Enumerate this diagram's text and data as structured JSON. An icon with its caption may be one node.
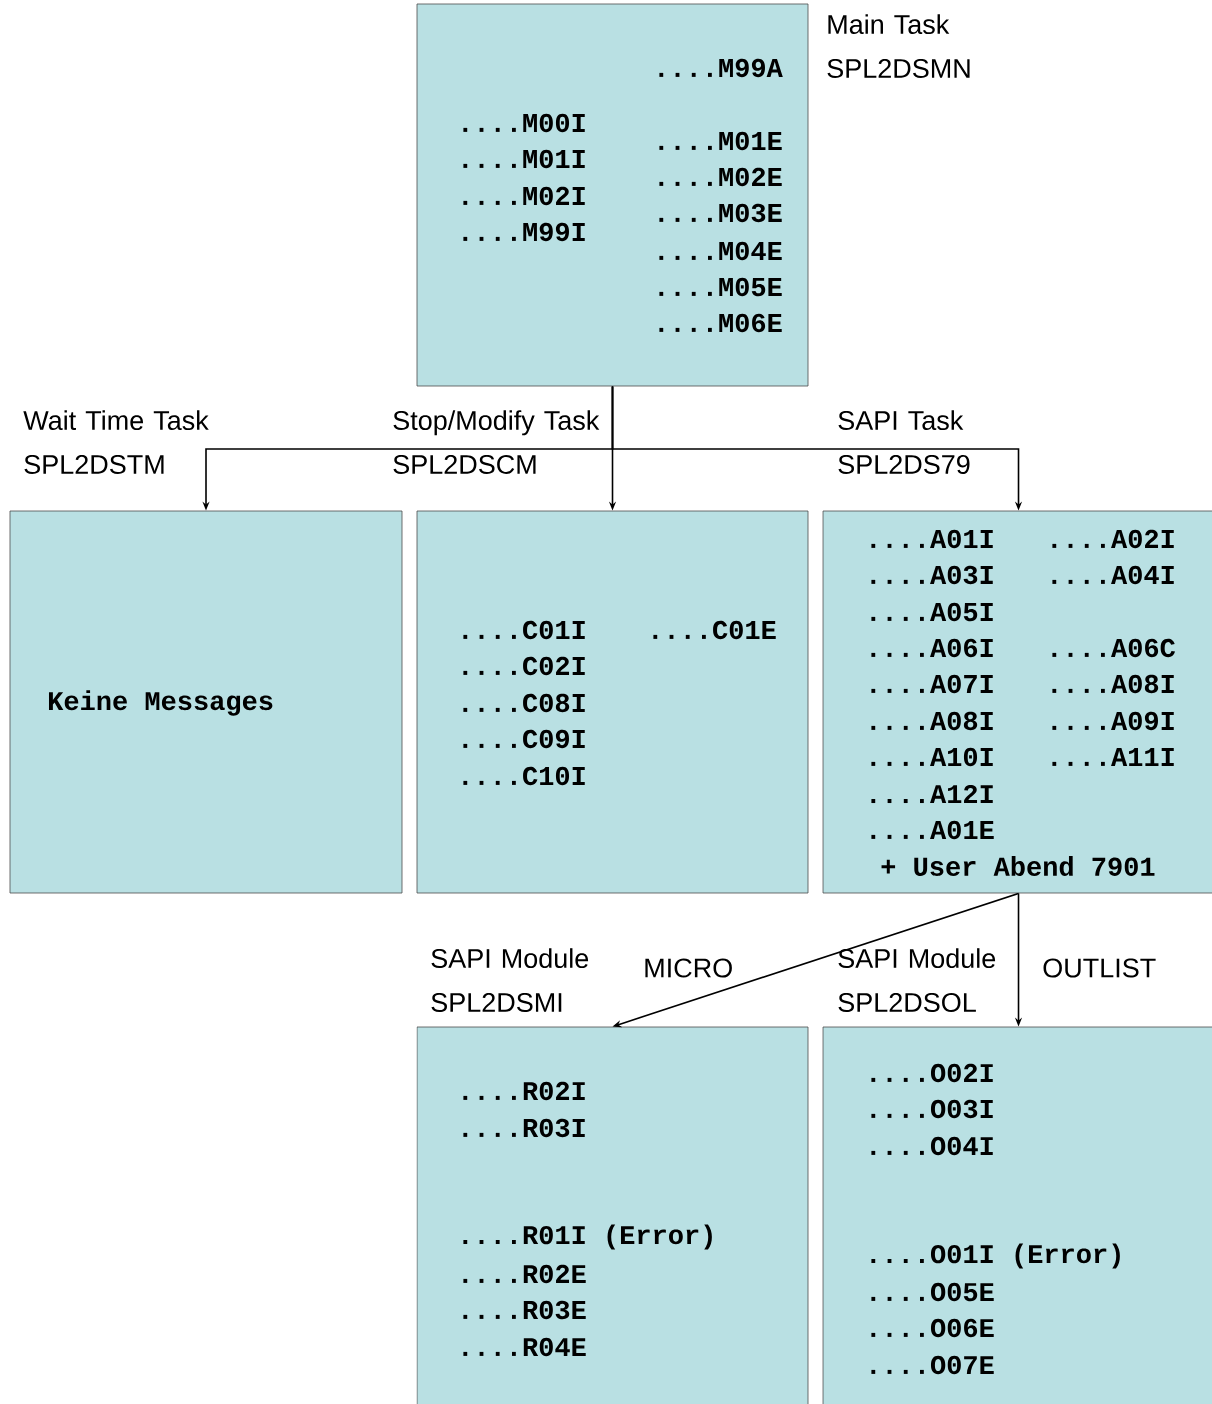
{
  "diagram": {
    "nodes": [
      {
        "text": [
          "Main Task SPL2DSMN",
          "....M99A",
          "....M00I",
          "....M01I",
          "....M02I",
          "....M99I",
          "....M01E",
          "....M02E",
          "....M03E",
          "....M04E",
          "....M05E",
          "....M06E"
        ]
      },
      {
        "text": [
          "Wait Time Task SPL2DSTM",
          "Keine Messages"
        ]
      },
      {
        "text": [
          "Stop/Modify Task SPL2DSCM",
          "....C01I",
          "....C02I",
          "....C08I",
          "....C09I",
          "....C10I",
          "....C01E"
        ]
      },
      {
        "text": [
          "SAPI Task SPL2DS79",
          "....A01I",
          "....A02I",
          "....A03I",
          "....A04I",
          "....A05I",
          "....A06I",
          "....A06C",
          "....A07I",
          "....A08I",
          "....A08I",
          "....A09I",
          "....A10I",
          "....A11I",
          "....A12I",
          "....A01E",
          "+ User Abend 7901"
        ]
      },
      {
        "text": [
          "SAPI Module SPL2DSMI",
          "....R02I",
          "....R03I",
          "....R01I (Error)",
          "....R02E",
          "....R03E",
          "....R04E"
        ]
      },
      {
        "text": [
          "SAPI Module SPL2DSOL",
          "....O02I",
          "....O03I",
          "....O04I",
          "....O01I (Error)",
          "....O05E",
          "....O06E",
          "....O07E"
        ]
      }
    ],
    "edges": [
      {
        "from": 0,
        "to": 1,
        "arrow": "to"
      },
      {
        "from": 0,
        "to": 2,
        "arrow": "to"
      },
      {
        "from": 0,
        "to": 3,
        "arrow": "to"
      },
      {
        "from": 3,
        "to": 4,
        "arrow": "to",
        "label": "MICRO"
      },
      {
        "from": 3,
        "to": 5,
        "arrow": "to",
        "label": "OUTLIST"
      }
    ]
  }
}
